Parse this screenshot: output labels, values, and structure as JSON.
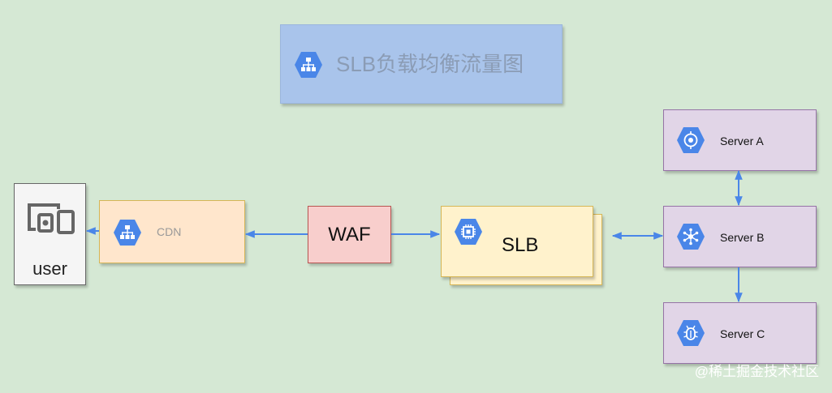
{
  "title": {
    "text": "SLB负载均衡流量图"
  },
  "user": {
    "label": "user"
  },
  "cdn": {
    "label": "CDN"
  },
  "waf": {
    "label": "WAF"
  },
  "slb": {
    "label": "SLB"
  },
  "servers": [
    {
      "label": "Server A"
    },
    {
      "label": "Server B"
    },
    {
      "label": "Server C"
    }
  ],
  "watermark": {
    "text": "@稀土掘金技术社区"
  },
  "icons": {
    "title": "network-icon",
    "user": "devices-icon",
    "cdn": "network-icon",
    "slb": "processor-chip-icon",
    "server_a": "target-icon",
    "server_b": "cluster-icon",
    "server_c": "bug-icon"
  },
  "colors": {
    "background": "#d5e8d4",
    "title_fill": "#a9c4eb",
    "cdn_fill": "#ffe6cc",
    "waf_fill": "#f8cecc",
    "slb_fill": "#fff2cc",
    "server_fill": "#e1d5e7",
    "icon_blue": "#4a86e8",
    "arrow": "#4a86e8"
  }
}
